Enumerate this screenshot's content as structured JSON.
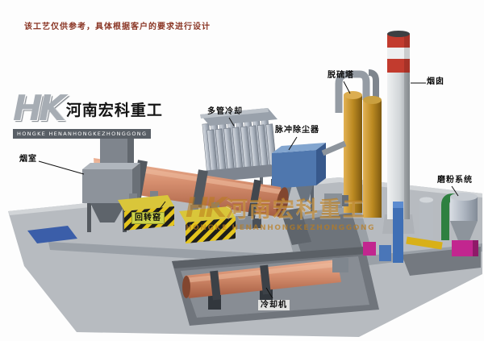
{
  "disclaimer": "该工艺仅供参考，具体根据客户的要求进行设计",
  "logo": {
    "monogram": "HK",
    "name_cn": "河南宏科重工",
    "name_en": "HONGKE HENANHONGKEZHONGGONG"
  },
  "watermark": {
    "monogram": "HK",
    "name_cn": "河南宏科重工",
    "name_en": "HONGKE HENANHONGKEZHONGGONG"
  },
  "labels": {
    "smoke_chamber": "烟室",
    "rotary_kiln": "回转窑",
    "multi_tube_cooler": "多管冷却",
    "pulse_dust_collector": "脉冲除尘器",
    "desulfurization_tower": "脱硫塔",
    "chimney": "烟囱",
    "grinding_system": "磨粉系统",
    "cooling_machine": "冷却机"
  },
  "colors": {
    "kiln_salmon": "#d18a6c",
    "dust_collector_blue": "#4f77ae",
    "tower_orange": "#c08a28",
    "chimney_band_red": "#c23b2e",
    "hazard_yellow": "#e4c41d",
    "pipe_green": "#2e8040",
    "mill_magenta": "#c2268f",
    "watermark_orange": "#bf7f1e",
    "disclaimer_red": "#8a3524"
  }
}
